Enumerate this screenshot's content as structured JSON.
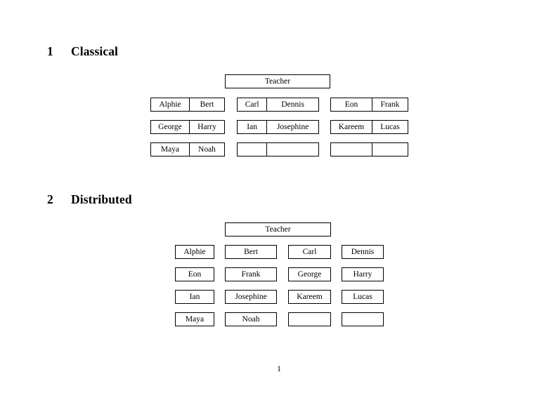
{
  "document": {
    "page_number": "1",
    "sections": [
      {
        "number": "1",
        "title": "Classical",
        "teacher_label": "Teacher",
        "layout": "grouped-pairs",
        "groups": [
          {
            "name": "group-left",
            "rows": [
              {
                "cells": [
                  "Alphie",
                  "Bert"
                ]
              },
              {
                "cells": [
                  "George",
                  "Harry"
                ]
              },
              {
                "cells": [
                  "Maya",
                  "Noah"
                ]
              }
            ]
          },
          {
            "name": "group-middle",
            "rows": [
              {
                "cells": [
                  "Carl",
                  "Dennis"
                ]
              },
              {
                "cells": [
                  "Ian",
                  "Josephine"
                ]
              },
              {
                "cells": [
                  "",
                  ""
                ]
              }
            ]
          },
          {
            "name": "group-right",
            "rows": [
              {
                "cells": [
                  "Eon",
                  "Frank"
                ]
              },
              {
                "cells": [
                  "Kareem",
                  "Lucas"
                ]
              },
              {
                "cells": [
                  "",
                  ""
                ]
              }
            ]
          }
        ]
      },
      {
        "number": "2",
        "title": "Distributed",
        "teacher_label": "Teacher",
        "layout": "individual-boxes",
        "rows": [
          {
            "cells": [
              "Alphie",
              "Bert",
              "Carl",
              "Dennis"
            ]
          },
          {
            "cells": [
              "Eon",
              "Frank",
              "George",
              "Harry"
            ]
          },
          {
            "cells": [
              "Ian",
              "Josephine",
              "Kareem",
              "Lucas"
            ]
          },
          {
            "cells": [
              "Maya",
              "Noah",
              "",
              ""
            ]
          }
        ]
      }
    ]
  },
  "colors": {
    "page_background": "#ffffff",
    "text": "#000000",
    "box_border": "#000000"
  }
}
